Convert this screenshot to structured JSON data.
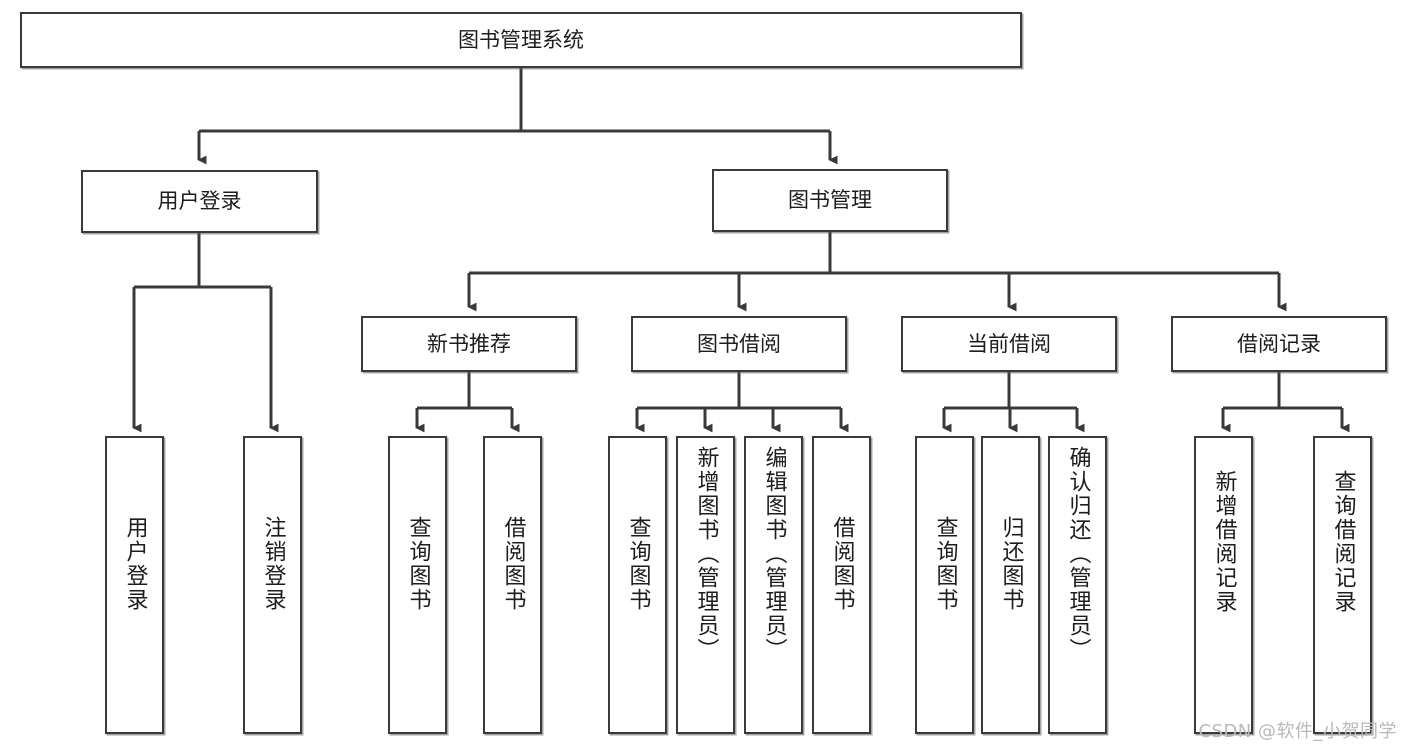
{
  "diagram": {
    "type": "tree",
    "title": "图书管理系统",
    "watermark": "CSDN @软件_小贺同学",
    "stroke_color": "#3a3a3a",
    "background_color": "#ffffff",
    "text_color": "#1d1d1d",
    "watermark_color": "#b9b9b9",
    "root": {
      "label": "图书管理系统"
    },
    "level1": [
      {
        "label": "用户登录"
      },
      {
        "label": "图书管理"
      }
    ],
    "level2": [
      {
        "label": "新书推荐"
      },
      {
        "label": "图书借阅"
      },
      {
        "label": "当前借阅"
      },
      {
        "label": "借阅记录"
      }
    ],
    "leaves": {
      "user_login": [
        {
          "label": "用户登录"
        },
        {
          "label": "注销登录"
        }
      ],
      "new_book": [
        {
          "label": "查询图书"
        },
        {
          "label": "借阅图书"
        }
      ],
      "book_borrow": [
        {
          "label": "查询图书"
        },
        {
          "label": "新增图书（管理员）"
        },
        {
          "label": "编辑图书（管理员）"
        },
        {
          "label": "借阅图书"
        }
      ],
      "current_borrow": [
        {
          "label": "查询图书"
        },
        {
          "label": "归还图书"
        },
        {
          "label": "确认归还（管理员）"
        }
      ],
      "borrow_record": [
        {
          "label": "新增借阅记录"
        },
        {
          "label": "查询借阅记录"
        }
      ]
    }
  }
}
